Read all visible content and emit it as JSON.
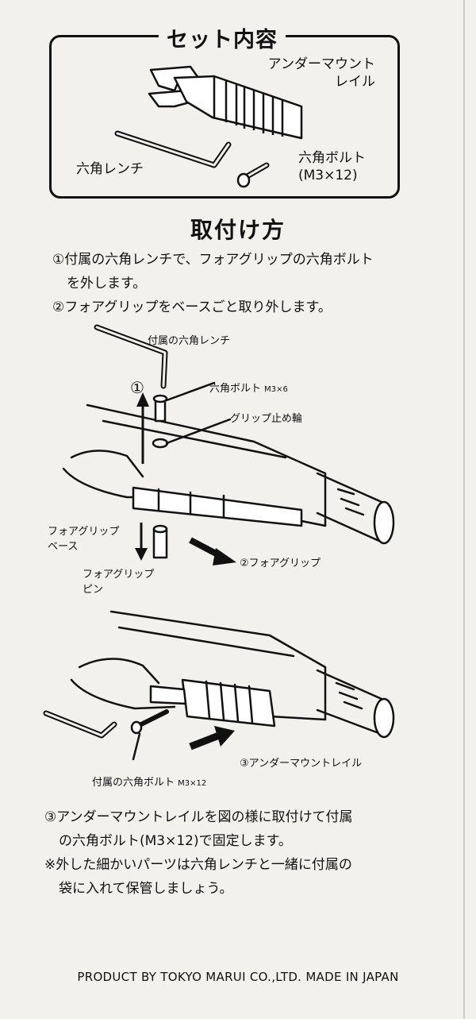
{
  "set_contents": {
    "title": "セット内容",
    "rail_label_1": "アンダーマウント",
    "rail_label_2": "レイル",
    "wrench_label": "六角レンチ",
    "bolt_label": "六角ボルト",
    "bolt_size": "(M3×12)"
  },
  "instructions": {
    "title": "取付け方",
    "step1_line1": "①付属の六角レンチで、フォアグリップの六角ボルト",
    "step1_line2": "を外します。",
    "step2": "②フォアグリップをベースごと取り外します。",
    "step3_line1": "③アンダーマウントレイルを図の様に取付けて付属",
    "step3_line2": "の六角ボルト(M3×12)で固定します。",
    "note_line1": "※外した細かいパーツは六角レンチと一緒に付属の",
    "note_line2": "袋に入れて保管しましょう。"
  },
  "diagram1": {
    "wrench": "付属の六角レンチ",
    "step_num": "①",
    "hex_bolt": "六角ボルト",
    "hex_bolt_size": "M3×6",
    "grip_ring": "グリップ止め輪",
    "foregrip_base_1": "フォアグリップ",
    "foregrip_base_2": "ベース",
    "foregrip_pin_1": "フォアグリップ",
    "foregrip_pin_2": "ピン",
    "foregrip": "②フォアグリップ"
  },
  "diagram2": {
    "under_rail": "③アンダーマウントレイル",
    "included_bolt": "付属の六角ボルト",
    "included_bolt_size": "M3×12"
  },
  "footer": "PRODUCT BY TOKYO MARUI CO.,LTD. MADE IN JAPAN"
}
